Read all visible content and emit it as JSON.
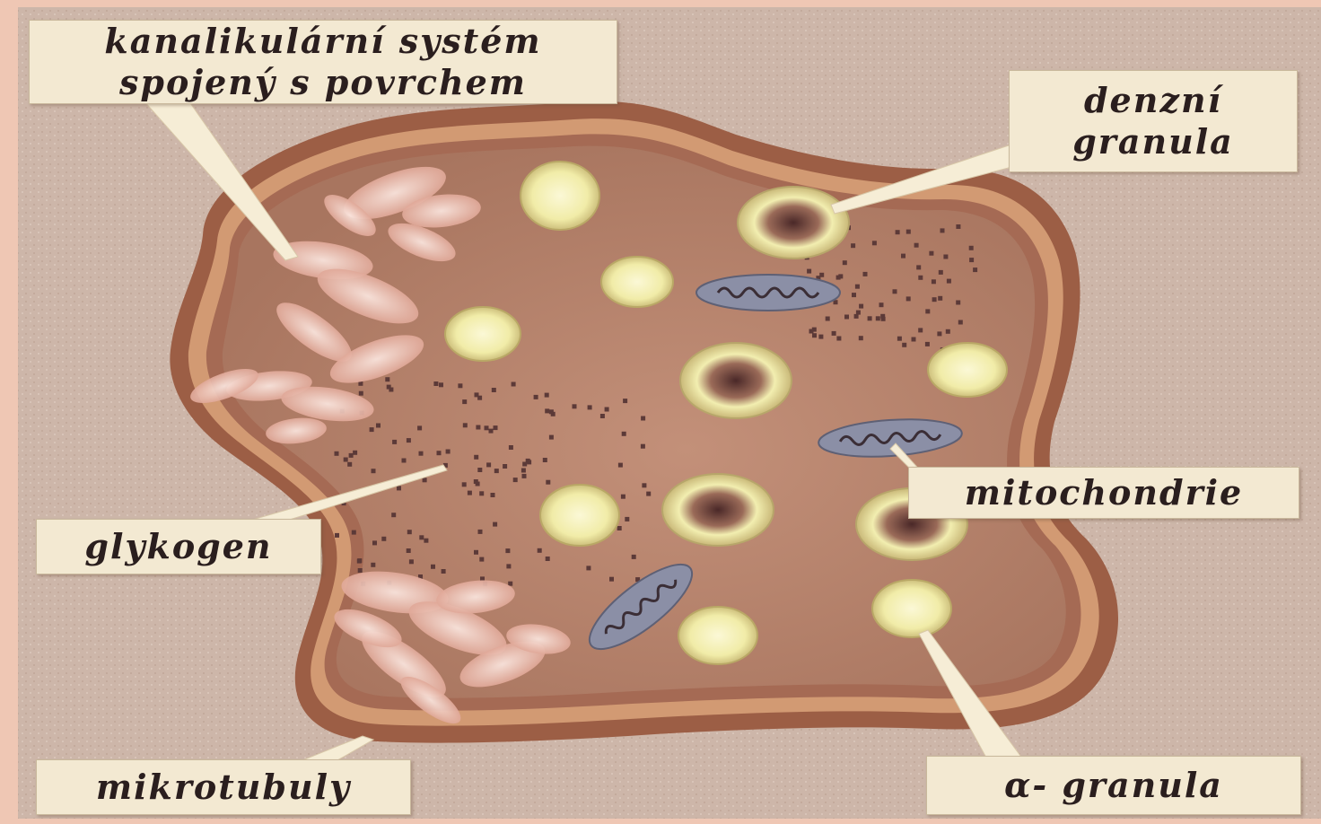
{
  "labels": {
    "canalicular": {
      "line1": "kanalikulární  systém",
      "line2": "spojený  s  povrchem"
    },
    "dense_granules": {
      "line1": "denzní",
      "line2": "granula"
    },
    "mitochondria": {
      "text": "mitochondrie"
    },
    "glycogen": {
      "text": "glykogen"
    },
    "microtubules": {
      "text": "mikrotubuly"
    },
    "alpha_granules": {
      "text": "α- granula"
    }
  },
  "colors": {
    "page_background": "#efc7b4",
    "panel_background": "#cfb8ab",
    "membrane_outer": "#a86a4f",
    "membrane_band": "#d39a74",
    "cytoplasm": "#b78571",
    "granule_halo": "#f4f0b8",
    "granule_core": "#5a3330",
    "mitochondrion": "#8a8ea3",
    "canalicular_system": "#f4d2c8",
    "label_box": "#f3e9d2"
  }
}
